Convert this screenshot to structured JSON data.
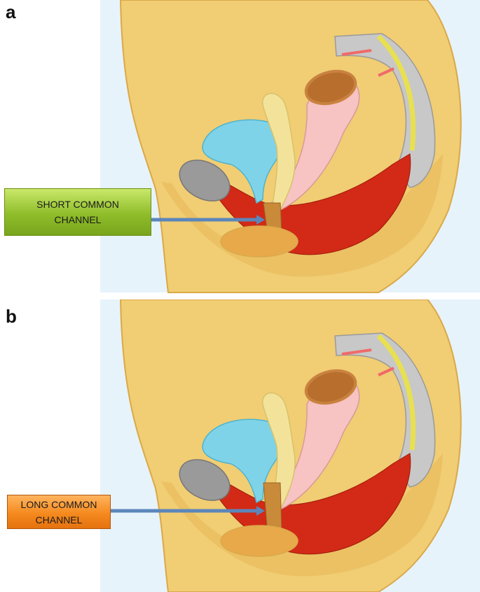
{
  "panels": [
    {
      "letter": "a",
      "label": "SHORT COMMON\nCHANNEL",
      "label_color": "#93c235"
    },
    {
      "letter": "b",
      "label": "LONG COMMON\nCHANNEL",
      "label_color": "#f58a1f"
    }
  ],
  "colors": {
    "background": "#e7f3fb",
    "body": "#f1cd73",
    "body_outline": "#d9a94a",
    "bladder": "#7fd3e8",
    "urethra": "#f3e39a",
    "vagina": "#f2cf85",
    "rectum": "#f7c3c3",
    "rectum_rim": "#c9823f",
    "muscle": "#d22a16",
    "pubis": "#9a9a9a",
    "sacrum": "#c8c8c8",
    "arrow": "#5b86bb"
  }
}
